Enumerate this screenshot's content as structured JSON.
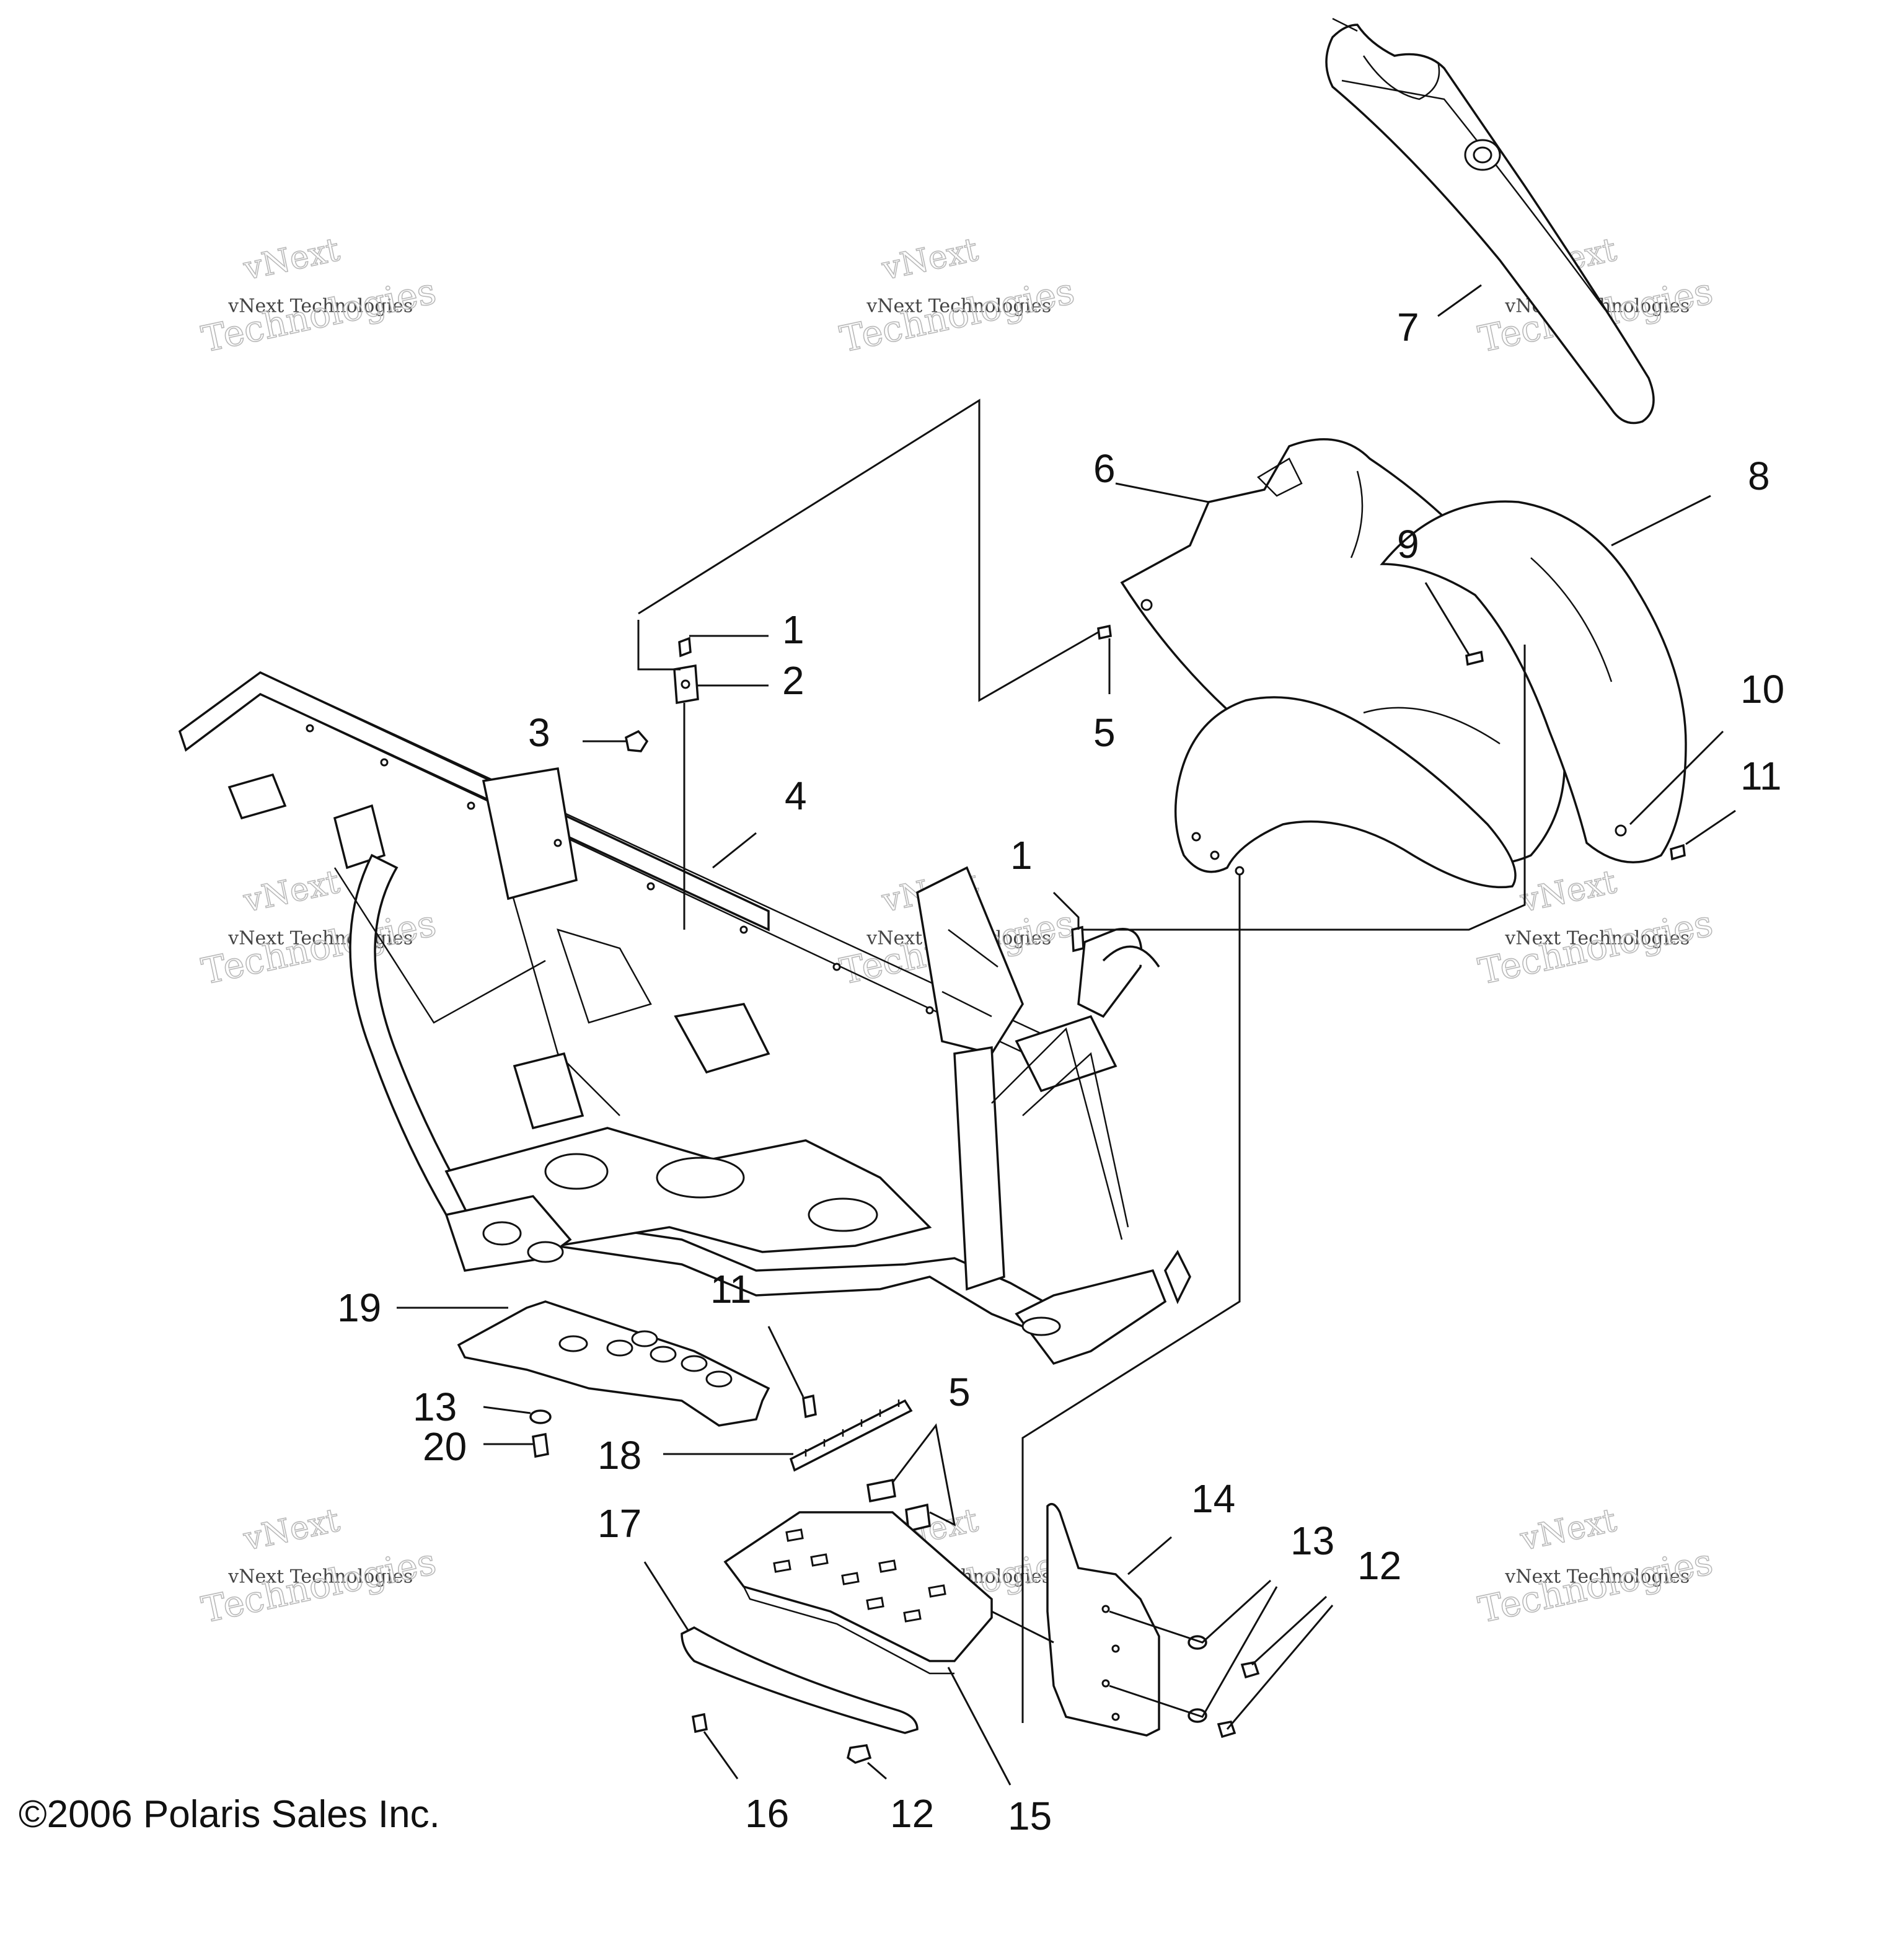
{
  "callouts": {
    "c1a": "1",
    "c2": "2",
    "c3": "3",
    "c4": "4",
    "c5a": "5",
    "c6": "6",
    "c7": "7",
    "c8": "8",
    "c9": "9",
    "c10": "10",
    "c11a": "11",
    "c1b": "1",
    "c19": "19",
    "c11b": "11",
    "c5b": "5",
    "c13a": "13",
    "c20": "20",
    "c18": "18",
    "c17": "17",
    "c14": "14",
    "c13b": "13",
    "c12a": "12",
    "c16": "16",
    "c12b": "12",
    "c15": "15"
  },
  "watermark": {
    "brand_top": "vNext",
    "brand_line": "vNext Technologies",
    "brand_bottom": "Technologies"
  },
  "copyright": "©2006 Polaris Sales Inc."
}
